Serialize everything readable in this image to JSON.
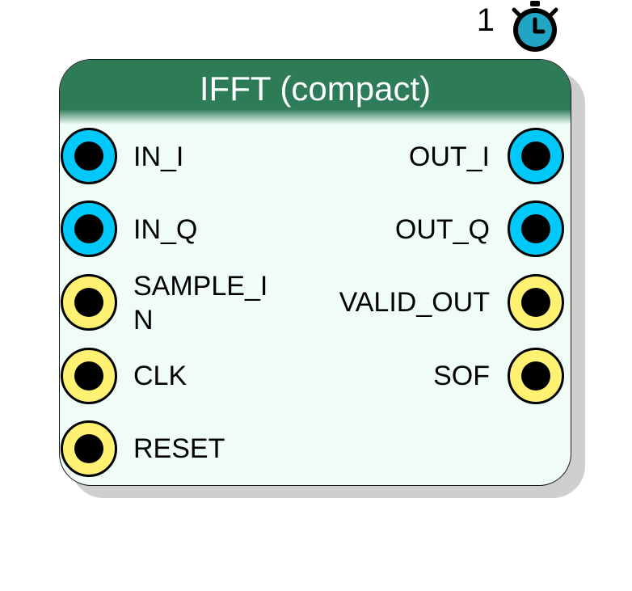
{
  "block": {
    "title": "IFFT (compact)",
    "header_color": "#2d7b57",
    "body_color": "#effdf6"
  },
  "clock": {
    "count": "1",
    "icon": "stopwatch-icon",
    "color": "#22a5c4"
  },
  "port_colors": {
    "data": "#00c8f8",
    "control": "#fff273"
  },
  "ports": {
    "inputs": [
      {
        "label": "IN_I",
        "kind": "data"
      },
      {
        "label": "IN_Q",
        "kind": "data"
      },
      {
        "label": "SAMPLE_IN",
        "kind": "control"
      },
      {
        "label": "CLK",
        "kind": "control"
      },
      {
        "label": "RESET",
        "kind": "control"
      }
    ],
    "outputs": [
      {
        "label": "OUT_I",
        "kind": "data"
      },
      {
        "label": "OUT_Q",
        "kind": "data"
      },
      {
        "label": "VALID_OUT",
        "kind": "control"
      },
      {
        "label": "SOF",
        "kind": "control"
      }
    ]
  }
}
